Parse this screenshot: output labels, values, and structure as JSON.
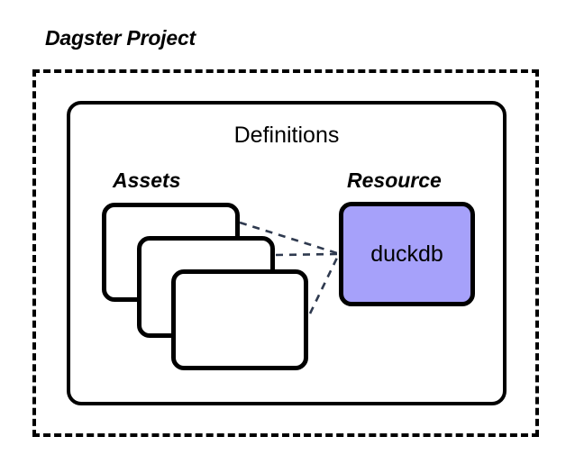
{
  "diagram": {
    "title": "Dagster Project",
    "background_color": "#ffffff",
    "outline_color": "#000000",
    "connector_color": "#2f3a4f",
    "containers": {
      "project": {
        "label": "Dagster Project",
        "border_style": "dashed",
        "border_color": "#000000"
      },
      "definitions": {
        "label": "Definitions",
        "border_style": "solid",
        "border_color": "#000000"
      }
    },
    "groups": {
      "assets": {
        "label": "Assets",
        "count": 3,
        "cards": [
          {
            "name": "asset-card-1",
            "fill": "#ffffff"
          },
          {
            "name": "asset-card-2",
            "fill": "#ffffff"
          },
          {
            "name": "asset-card-3",
            "fill": "#ffffff"
          }
        ]
      },
      "resource": {
        "label": "Resource",
        "node": {
          "label": "duckdb",
          "fill": "#a6a1fa",
          "border_color": "#000000"
        }
      }
    },
    "connections": [
      {
        "from": "asset-card-1",
        "to": "duckdb",
        "style": "dashed"
      },
      {
        "from": "asset-card-2",
        "to": "duckdb",
        "style": "dashed"
      },
      {
        "from": "asset-card-3",
        "to": "duckdb",
        "style": "dashed"
      }
    ]
  }
}
